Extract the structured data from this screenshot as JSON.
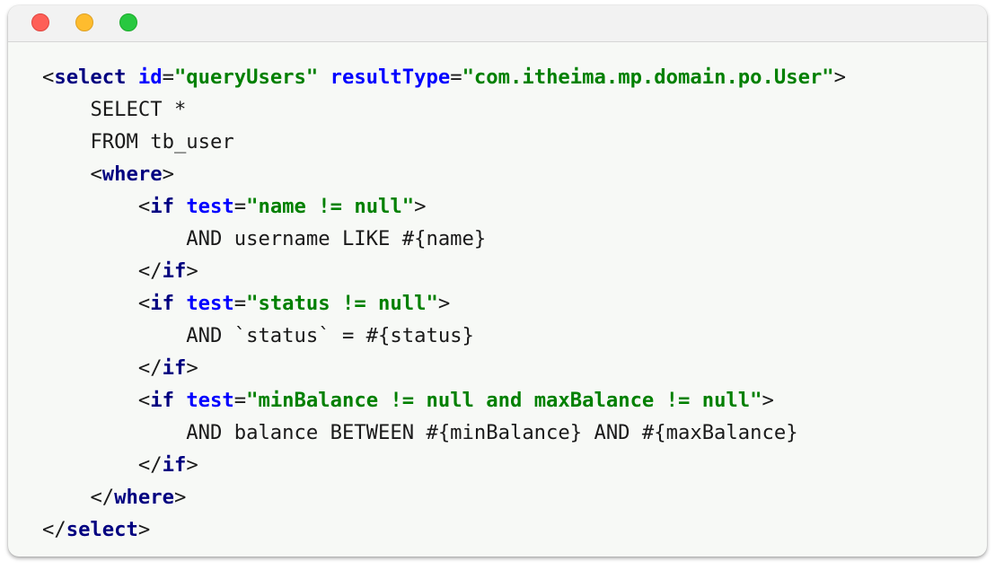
{
  "window": {
    "buttons": [
      "close",
      "minimize",
      "zoom"
    ],
    "colors": {
      "close": "#fe5f57",
      "minimize": "#febc2e",
      "zoom": "#28c840",
      "tag": "#000080",
      "attribute": "#0000ff",
      "value": "#008000",
      "background": "#f7f9f6"
    }
  },
  "code": {
    "l1_tag": "select",
    "l1_attr1": "id",
    "l1_val1": "\"queryUsers\"",
    "l1_attr2": "resultType",
    "l1_val2": "\"com.itheima.mp.domain.po.User\"",
    "l2_text": "SELECT *",
    "l3_text": "FROM tb_user",
    "l4_tag": "where",
    "l5_tag": "if",
    "l5_attr": "test",
    "l5_val": "\"name != null\"",
    "l6_text": "AND username LIKE #{name}",
    "l7_tag": "if",
    "l8_tag": "if",
    "l8_attr": "test",
    "l8_val": "\"status != null\"",
    "l9_text": "AND `status` = #{status}",
    "l10_tag": "if",
    "l11_tag": "if",
    "l11_attr": "test",
    "l11_val": "\"minBalance != null and maxBalance != null\"",
    "l12_text": "AND balance BETWEEN #{minBalance} AND #{maxBalance}",
    "l13_tag": "if",
    "l14_tag": "where",
    "l15_tag": "select"
  }
}
